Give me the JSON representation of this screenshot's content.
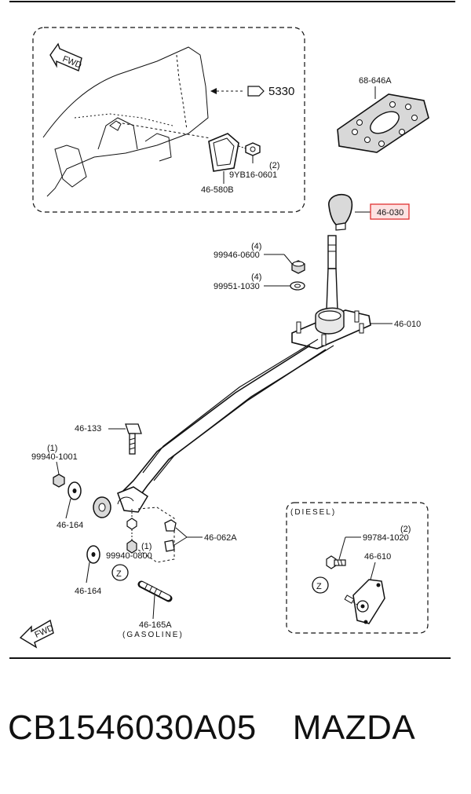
{
  "inset_top": {
    "fwd": "FWD",
    "ref_label": "5330",
    "bolt_label": "9YB16-0601",
    "bolt_qty": "(2)",
    "cover_label": "46-580B"
  },
  "plate_label": "68-646A",
  "knob_label": "46-030",
  "nut_label": "99946-0600",
  "nut_qty": "(4)",
  "washer_label": "99951-1030",
  "washer_qty": "(4)",
  "lever_label": "46-010",
  "bolt133_label": "46-133",
  "nut1001_label": "99940-1001",
  "nut1001_qty": "(1)",
  "bush_top_label": "46-164",
  "bush_bottom_label": "46-164",
  "bush062_label": "46-062A",
  "nut0800_label": "99940-0800",
  "nut0800_qty": "(1)",
  "z_marker": "Z",
  "rod_label": "46-165A",
  "rod_note": "(GASOLINE)",
  "fwd_bottom": "FWD",
  "diesel": {
    "title": "(DIESEL)",
    "bolt_label": "99784-1020",
    "bolt_qty": "(2)",
    "bracket_label": "46-610",
    "z_marker": "Z"
  },
  "footer": {
    "part_number": "CB1546030A05",
    "brand": "MAZDA"
  },
  "colors": {
    "highlight_border": "#e03030",
    "highlight_fill": "#fde2e2",
    "line": "#111111"
  }
}
